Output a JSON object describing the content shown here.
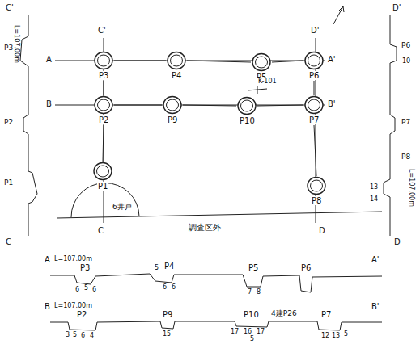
{
  "diagram": {
    "nodes": [
      {
        "text": [
          "P3"
        ]
      },
      {
        "text": [
          "P4"
        ]
      },
      {
        "text": [
          "P5"
        ]
      },
      {
        "text": [
          "P6"
        ]
      },
      {
        "text": [
          "P2"
        ]
      },
      {
        "text": [
          "P9"
        ]
      },
      {
        "text": [
          "P10"
        ]
      },
      {
        "text": [
          "P7"
        ]
      },
      {
        "text": [
          "P1"
        ]
      },
      {
        "text": [
          "P8"
        ]
      }
    ],
    "edges": [
      {
        "from": 0,
        "to": 1,
        "arrow": "none"
      },
      {
        "from": 1,
        "to": 2,
        "arrow": "none"
      },
      {
        "from": 2,
        "to": 3,
        "arrow": "none"
      },
      {
        "from": 4,
        "to": 5,
        "arrow": "none"
      },
      {
        "from": 5,
        "to": 6,
        "arrow": "none"
      },
      {
        "from": 6,
        "to": 7,
        "arrow": "none"
      },
      {
        "from": 0,
        "to": 4,
        "arrow": "none"
      },
      {
        "from": 4,
        "to": 8,
        "arrow": "none"
      },
      {
        "from": 3,
        "to": 7,
        "arrow": "none"
      },
      {
        "from": 7,
        "to": 9,
        "arrow": "none"
      }
    ],
    "labels": [
      "A",
      "A'",
      "B",
      "B'",
      "C'",
      "C",
      "D'",
      "D",
      "K-101",
      "6井戸",
      "調査区外",
      "C'",
      "L=107.00m",
      "P3",
      "P2",
      "P1",
      "C",
      "D'",
      "P6",
      "10",
      "P7",
      "P8",
      "14",
      "13",
      "D",
      "L=107.00m",
      "A",
      "L=107.00m",
      "A'",
      "P3",
      "P4",
      "P5",
      "P6",
      "6",
      "5",
      "6",
      "5",
      "6",
      "6",
      "7",
      "8",
      "B",
      "L=107.00m",
      "B'",
      "P2",
      "P9",
      "P10",
      "4建P26",
      "P7",
      "3",
      "5",
      "6",
      "4",
      "15",
      "17",
      "16",
      "17",
      "5",
      "5",
      "12",
      "13"
    ]
  }
}
